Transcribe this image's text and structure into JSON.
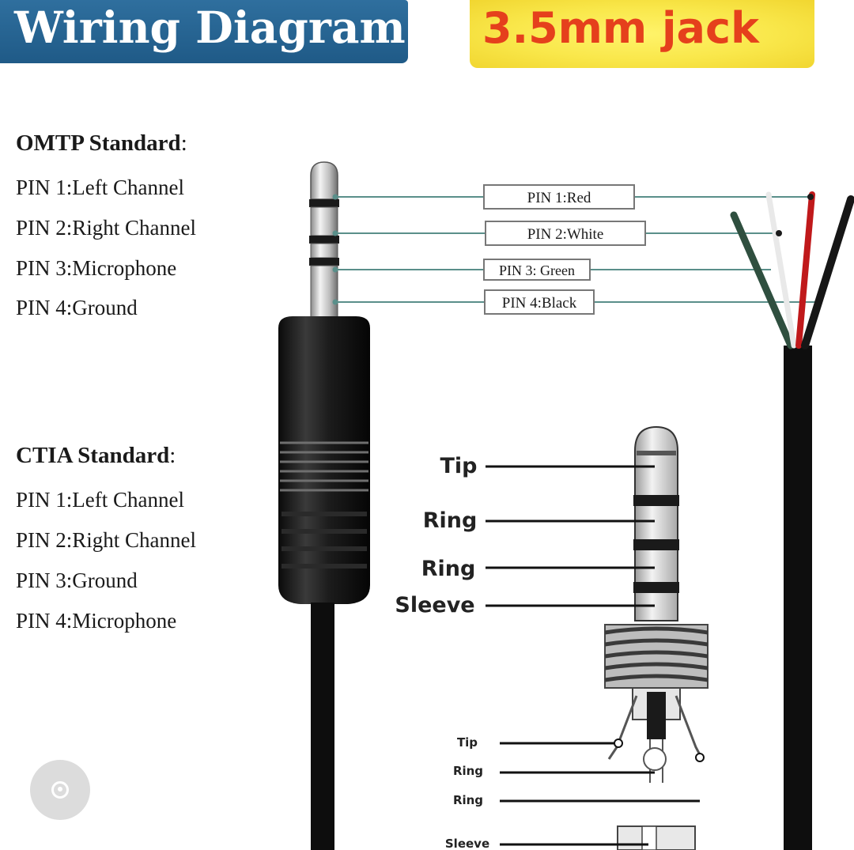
{
  "header": {
    "title": "Wiring Diagram",
    "subtitle": "3.5mm jack"
  },
  "omtp": {
    "heading": "OMTP Standard",
    "heading_suffix": ":",
    "pins": [
      "PIN 1:Left Channel",
      "PIN 2:Right Channel",
      "PIN 3:Microphone",
      "PIN 4:Ground"
    ]
  },
  "ctia": {
    "heading": "CTIA Standard",
    "heading_suffix": ":",
    "pins": [
      "PIN 1:Left Channel",
      "PIN 2:Right Channel",
      "PIN 3:Ground",
      "PIN 4:Microphone"
    ]
  },
  "wire_labels": [
    "PIN 1:Red",
    "PIN 2:White",
    "PIN 3: Green",
    "PIN 4:Black"
  ],
  "wire_colors": {
    "red": "#c0191b",
    "white": "#e9e9e9",
    "green": "#2f4f3f",
    "black": "#161616",
    "connector_line": "#5a8f8a"
  },
  "plug_parts": [
    "Tip",
    "Ring",
    "Ring",
    "Sleeve"
  ],
  "socket_parts": [
    "Tip",
    "Ring",
    "Ring",
    "Sleeve"
  ],
  "avatar_icon": "user-avatar-icon"
}
